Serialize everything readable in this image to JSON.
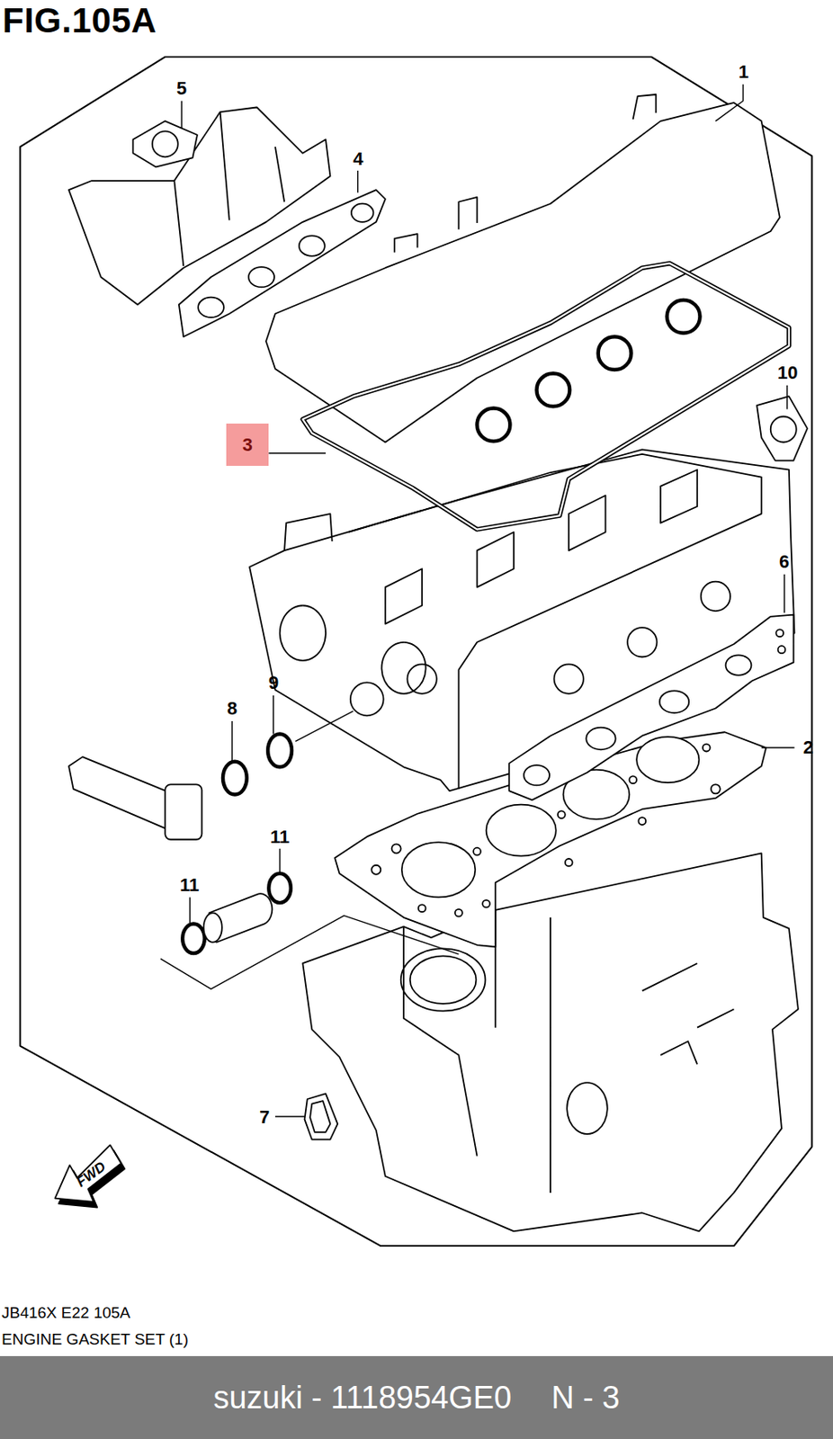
{
  "diagram": {
    "title": "FIG.105A",
    "nodes": [
      {
        "text": [
          "3"
        ]
      },
      {
        "text": [
          "suzuki - 1118954GE0",
          "N - 3"
        ]
      }
    ],
    "labels": [
      "1",
      "5",
      "4",
      "10",
      "6",
      "2",
      "9",
      "8",
      "11",
      "11",
      "7",
      "FWD",
      "JB416X E22 105A",
      "ENGINE GASKET SET (1)"
    ]
  }
}
